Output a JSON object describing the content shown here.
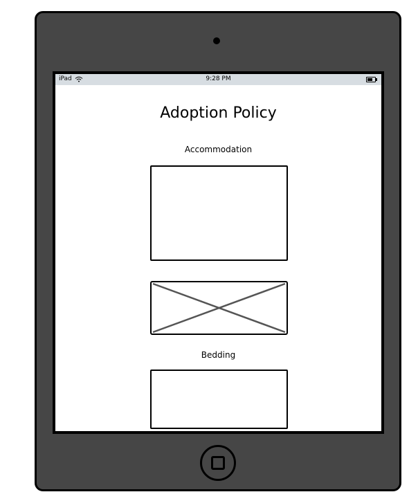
{
  "status_bar": {
    "device": "iPad",
    "time": "9:28 PM",
    "icons": [
      "wifi-icon",
      "battery-icon"
    ]
  },
  "page": {
    "title": "Adoption Policy",
    "sections": [
      {
        "label": "Accommodation"
      },
      {
        "label": "Bedding"
      }
    ]
  }
}
